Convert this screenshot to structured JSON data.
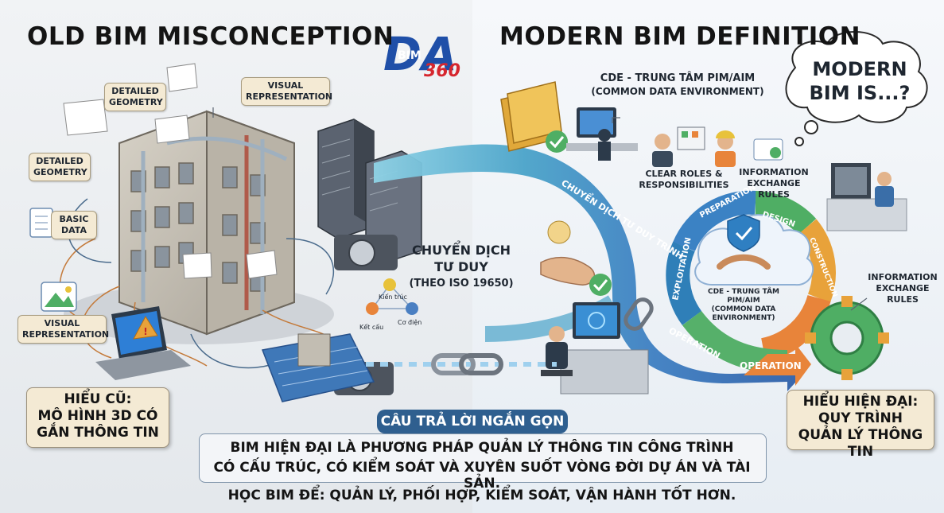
{
  "left": {
    "heading": "OLD BIM MISCONCEPTION",
    "tags": {
      "detailed_geometry_top": [
        "DETAILED",
        "GEOMETRY"
      ],
      "visual_representation_top": [
        "VISUAL",
        "REPRESENTATION"
      ],
      "detailed_geometry_side": [
        "DETAILED",
        "GEOMETRY"
      ],
      "basic_data": [
        "BASIC",
        "DATA"
      ],
      "visual_representation_bottom": [
        "VISUAL",
        "REPRESENTATION"
      ]
    },
    "callout": [
      "HIỂU CŨ:",
      "MÔ HÌNH 3D CÓ",
      "GẮN THÔNG TIN"
    ]
  },
  "logo": {
    "letters": "DA",
    "sub": "BIM",
    "num": "360"
  },
  "center": {
    "shift_text": [
      "CHUYỂN DỊCH",
      "TƯ DUY",
      "(THEO ISO 19650)"
    ],
    "network_nodes": [
      "Kiến trúc",
      "Kết cấu",
      "Cơ điện"
    ]
  },
  "right": {
    "heading": "MODERN BIM DEFINITION",
    "thought": [
      "MODERN",
      "BIM IS...?"
    ],
    "cde_top": [
      "CDE - TRUNG TÂM PIM/AIM",
      "(COMMON DATA ENVIRONMENT)"
    ],
    "roles": [
      "CLEAR ROLES &",
      "RESPONSIBILITIES"
    ],
    "info_rules_top": [
      "INFORMATION",
      "EXCHANGE RULES"
    ],
    "info_rules_side": [
      "INFORMATION",
      "EXCHANGE",
      "RULES"
    ],
    "arrow_text": "CHUYỂN DỊCH TƯ DUY TRÌNH",
    "cycle": {
      "preparation": "PREPARATION",
      "design": "DESIGN",
      "construction": "CONSTRUCTION",
      "exploitation": "EXPLOITATION",
      "operation_inner": "OPERATION",
      "operation_arrow": "OPERATION"
    },
    "cde_center": [
      "CDE - TRUNG TÂM PIM/AIM",
      "(COMMON DATA",
      "ENVIRONMENT)"
    ],
    "callout": [
      "HIỂU HIỆN ĐẠI:",
      "QUY TRÌNH",
      "QUẢN LÝ THÔNG TIN"
    ]
  },
  "answer": {
    "title": "CÂU TRẢ LỜI NGẮN GỌN",
    "line1": "BIM HIỆN ĐẠI LÀ PHƯƠNG PHÁP QUẢN LÝ THÔNG TIN CÔNG TRÌNH",
    "line2": "CÓ CẤU TRÚC, CÓ KIỂM SOÁT VÀ XUYÊN SUỐT VÒNG ĐỜI DỰ ÁN VÀ TÀI SẢN.",
    "line3": "HỌC BIM ĐỂ: QUẢN LÝ, PHỐI HỢP, KIỂM SOÁT, VẬN HÀNH TỐT HƠN."
  },
  "colors": {
    "callout_bg": "#f4ead4",
    "answer_title_bg": "#2f5f8f",
    "arrow_blue": "#3b82c4",
    "arrow_green": "#4fae64",
    "arrow_orange": "#e8843a",
    "logo_blue": "#1f4fa8",
    "logo_red": "#d6262e"
  }
}
